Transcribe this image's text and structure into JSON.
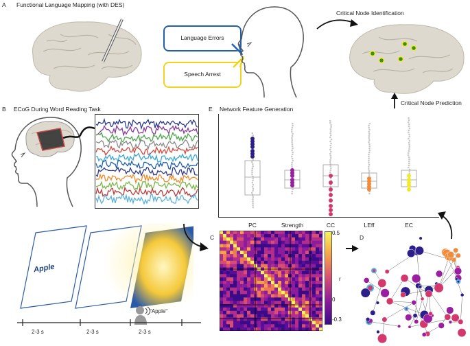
{
  "panel_a": {
    "letter": "A",
    "title": "Functional Language Mapping (with DES)",
    "bubble_language_errors": "Language Errors",
    "bubble_speech_arrest": "Speech Arrest",
    "critical_node_identification": "Critical Node Identification",
    "critical_node_prediction": "Critical Node Prediction"
  },
  "panel_b": {
    "letter": "B",
    "title": "ECoG During Word Reading Task",
    "stimulus_word": "Apple",
    "spoken_word": "\"Apple\"",
    "timeline_labels": [
      "2-3 s",
      "2-3 s",
      "2-3 s"
    ]
  },
  "panel_c": {
    "letter": "C",
    "colorbar_max": "0.5",
    "colorbar_mid": "0",
    "colorbar_min": "-0.3",
    "colorbar_label": "r"
  },
  "panel_d": {
    "letter": "D"
  },
  "panel_e": {
    "letter": "E",
    "title": "Network Feature Generation",
    "categories": [
      "PC",
      "Strength",
      "CC",
      "LEff",
      "EC"
    ]
  },
  "colors": {
    "language_bubble": "#1f5fae",
    "speech_bubble": "#f2d21b",
    "pc": "#2c1f8a",
    "strength": "#9a1fa0",
    "cc": "#d2386b",
    "leff": "#f28a3a",
    "ec": "#f2ea2a"
  }
}
